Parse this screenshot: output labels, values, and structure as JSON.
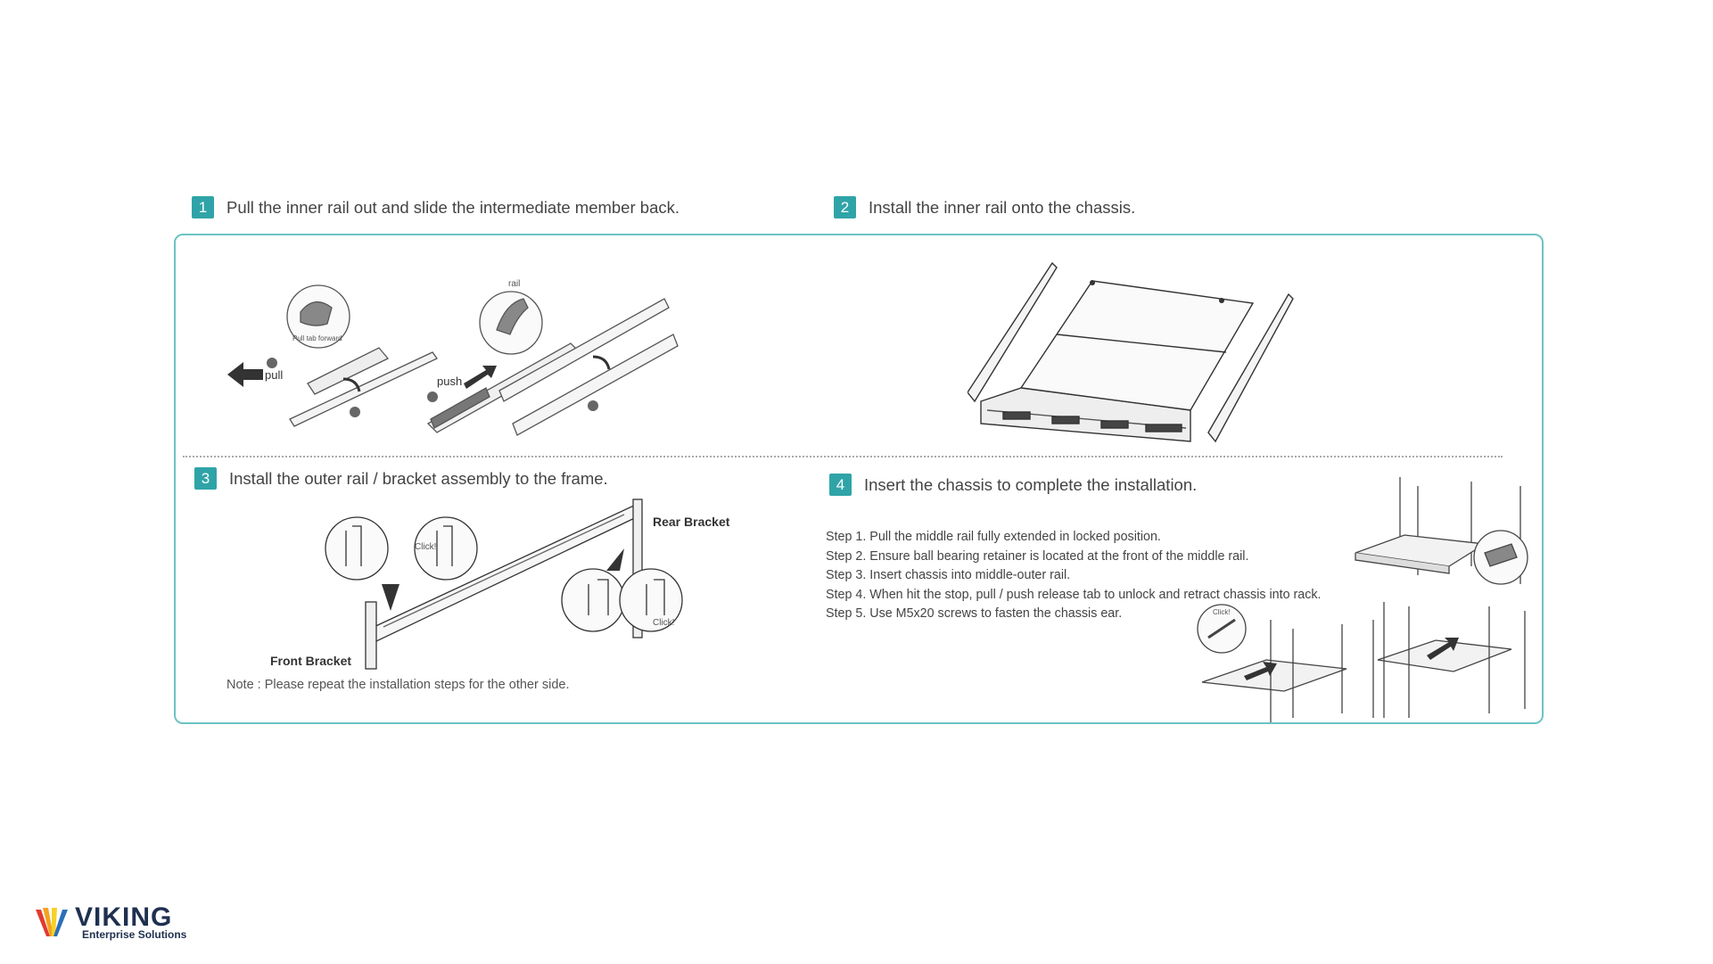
{
  "steps": [
    {
      "number": "1",
      "title": "Pull the inner rail out and slide the intermediate member back."
    },
    {
      "number": "2",
      "title": "Install the inner rail onto the chassis."
    },
    {
      "number": "3",
      "title": "Install the outer rail / bracket assembly to the frame."
    },
    {
      "number": "4",
      "title": "Insert the chassis to complete the installation."
    }
  ],
  "step1_labels": {
    "pull": "pull",
    "push": "push",
    "rail": "rail",
    "pull_tab": "Pull tab forward"
  },
  "step3_labels": {
    "rear_bracket": "Rear Bracket",
    "front_bracket": "Front Bracket",
    "click_1": "Click!",
    "click_2": "Click!"
  },
  "step4_labels": {
    "click": "Click!"
  },
  "note": "Note : Please repeat the installation steps for the other side.",
  "substeps": [
    "Step 1. Pull the middle rail fully extended in locked position.",
    "Step 2. Ensure ball bearing retainer is located at the front of the middle rail.",
    "Step 3. Insert chassis into middle-outer rail.",
    "Step 4. When hit the stop, pull / push release tab to unlock and retract chassis into rack.",
    "Step 5. Use M5x20 screws to fasten the chassis ear."
  ],
  "logo": {
    "name": "VIKING",
    "tagline": "Enterprise Solutions"
  },
  "colors": {
    "accent": "#2fa4a8",
    "panel_border": "#6cc3c4",
    "logo_text": "#1f3050"
  }
}
